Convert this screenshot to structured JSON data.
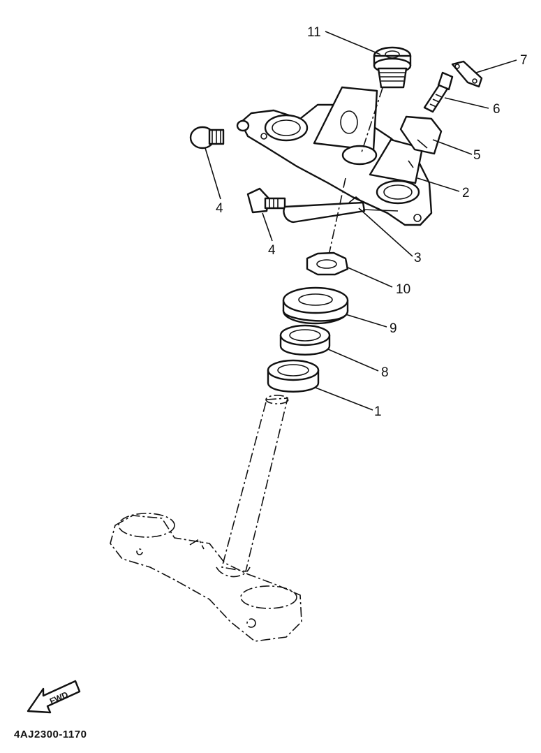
{
  "diagram": {
    "callouts": [
      {
        "id": "p11",
        "label": "11"
      },
      {
        "id": "p7",
        "label": "7"
      },
      {
        "id": "p6",
        "label": "6"
      },
      {
        "id": "p5",
        "label": "5"
      },
      {
        "id": "p2",
        "label": "2"
      },
      {
        "id": "p4a",
        "label": "4"
      },
      {
        "id": "p4b",
        "label": "4"
      },
      {
        "id": "p3",
        "label": "3"
      },
      {
        "id": "p10",
        "label": "10"
      },
      {
        "id": "p9",
        "label": "9"
      },
      {
        "id": "p8",
        "label": "8"
      },
      {
        "id": "p1",
        "label": "1"
      }
    ],
    "fwd_label": "FWD",
    "drawing_code": "4AJ2300-1170"
  }
}
